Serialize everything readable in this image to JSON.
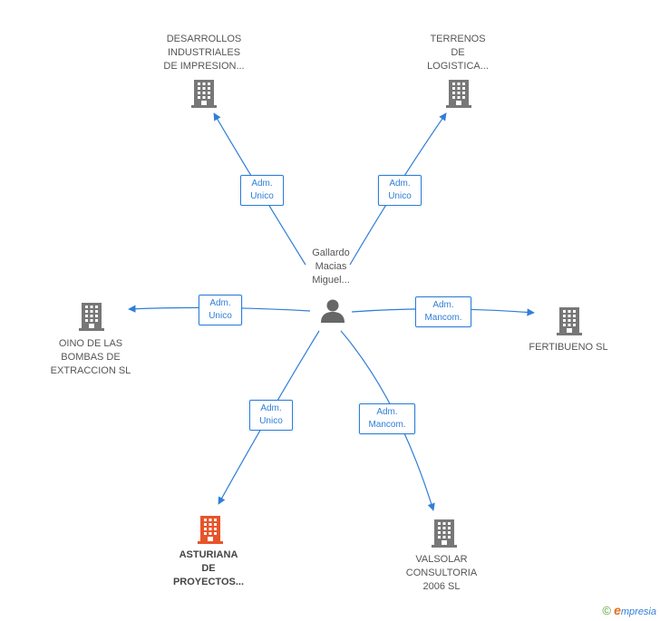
{
  "center": {
    "label": "Gallardo\nMacias\nMiguel..."
  },
  "companies": [
    {
      "id": "desarrollos",
      "label": "DESARROLLOS\nINDUSTRIALES\nDE IMPRESION...",
      "highlight": false
    },
    {
      "id": "terrenos",
      "label": "TERRENOS\nDE\nLOGISTICA...",
      "highlight": false
    },
    {
      "id": "oino",
      "label": "OINO DE LAS\nBOMBAS DE\nEXTRACCION  SL",
      "highlight": false
    },
    {
      "id": "fertibueno",
      "label": "FERTIBUENO SL",
      "highlight": false
    },
    {
      "id": "asturiana",
      "label": "ASTURIANA\nDE\nPROYECTOS...",
      "highlight": true
    },
    {
      "id": "valsolar",
      "label": "VALSOLAR\nCONSULTORIA\n2006 SL",
      "highlight": false
    }
  ],
  "relations": [
    {
      "target": "desarrollos",
      "label": "Adm.\nUnico"
    },
    {
      "target": "terrenos",
      "label": "Adm.\nUnico"
    },
    {
      "target": "oino",
      "label": "Adm.\nUnico"
    },
    {
      "target": "fertibueno",
      "label": "Adm.\nMancom."
    },
    {
      "target": "asturiana",
      "label": "Adm.\nUnico"
    },
    {
      "target": "valsolar",
      "label": "Adm.\nMancom."
    }
  ],
  "footer": {
    "copyright": "©",
    "brand_initial": "e",
    "brand_rest": "mpresia"
  },
  "colors": {
    "edge": "#2f7ed8",
    "building": "#777777",
    "building_highlight": "#e8542a",
    "person": "#666666"
  }
}
